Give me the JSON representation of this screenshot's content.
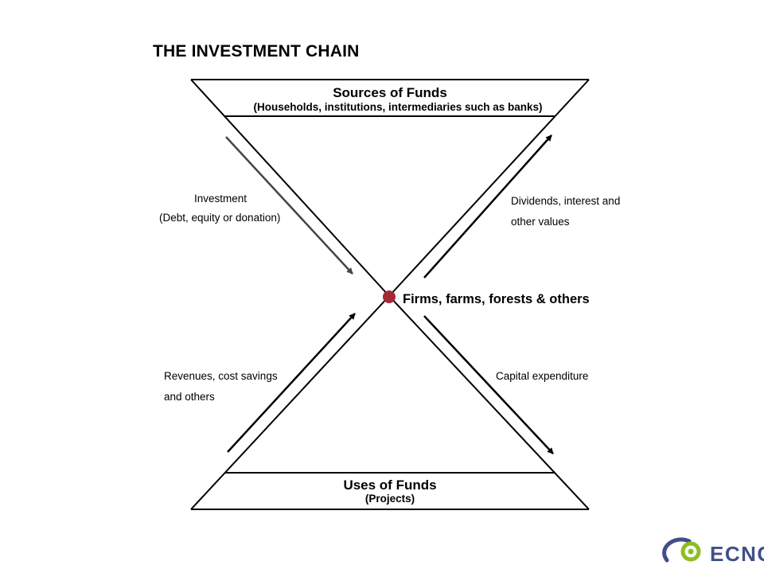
{
  "title": "THE INVESTMENT CHAIN",
  "sources": {
    "title": "Sources of Funds",
    "subtitle": "(Households, institutions, intermediaries such as banks)"
  },
  "uses": {
    "title": "Uses of Funds",
    "subtitle": "(Projects)"
  },
  "center_node": "Firms, farms, forests & others",
  "flows": {
    "investment": [
      "Investment",
      "(Debt, equity or donation)"
    ],
    "dividends": [
      "Dividends, interest and",
      "other values"
    ],
    "revenues": [
      "Revenues, cost savings",
      "and others"
    ],
    "capex": [
      "Capital expenditure"
    ]
  },
  "logo": {
    "text": "ECNC",
    "colors": {
      "navy": "#3f4f88",
      "green": "#8dbe23"
    }
  },
  "colors": {
    "line": "#000000",
    "node": "#a52a35",
    "investment_arrow": "#555555"
  }
}
